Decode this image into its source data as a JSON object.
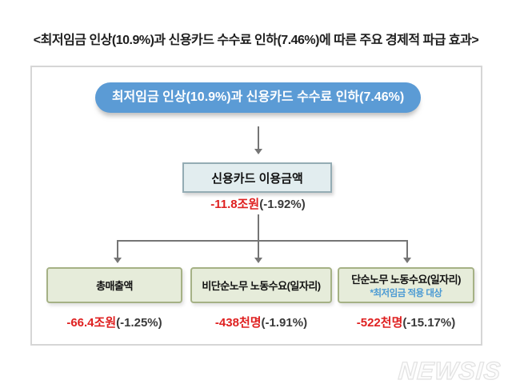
{
  "title": "<최저임금 인상(10.9%)과 신용카드 수수료 인하(7.46%)에 따른 주요 경제적 파급 효과>",
  "diagram": {
    "root": {
      "label": "최저임금 인상(10.9%)과 신용카드 수수료 인하(7.46%)"
    },
    "mid": {
      "label": "신용카드 이용금액",
      "value": "-11.8조원",
      "pct": "(-1.92%)"
    },
    "leaves": [
      {
        "label": "총매출액",
        "note": "",
        "value": "-66.4조원",
        "pct": "(-1.25%)"
      },
      {
        "label": "비단순노무 노동수요(일자리)",
        "note": "",
        "value": "-438천명",
        "pct": "(-1.91%)"
      },
      {
        "label": "단순노무 노동수요(일자리)",
        "note": "*최저임금 적용 대상",
        "value": "-522천명",
        "pct": "(-15.17%)"
      }
    ]
  },
  "watermark": "NEWSIS",
  "colors": {
    "root_bg": "#5B9BD5",
    "mid_bg": "#E2EDEF",
    "mid_border": "#94ACB4",
    "leaf_bg": "#E6ECDA",
    "leaf_border": "#A5B185",
    "value_red": "#DF2020",
    "note_blue": "#4A9AD4",
    "arrow_gray": "#757575"
  }
}
